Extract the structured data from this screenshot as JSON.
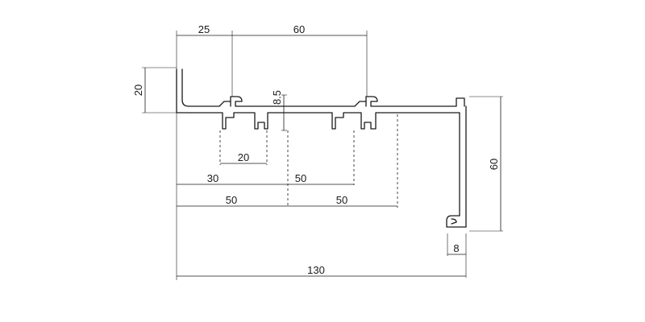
{
  "diagram": {
    "dimensions": {
      "top_left_width": "25",
      "top_span": "60",
      "lip_height": "20",
      "groove_depth": "8.5",
      "slot_span": "20",
      "offset_30": "30",
      "span_50_a": "50",
      "offset_50_a": "50",
      "offset_50_b": "50",
      "right_height": "60",
      "hook_width": "8",
      "overall_width": "130"
    },
    "colors": {
      "line": "#1a1a1a",
      "background": "#ffffff"
    }
  }
}
